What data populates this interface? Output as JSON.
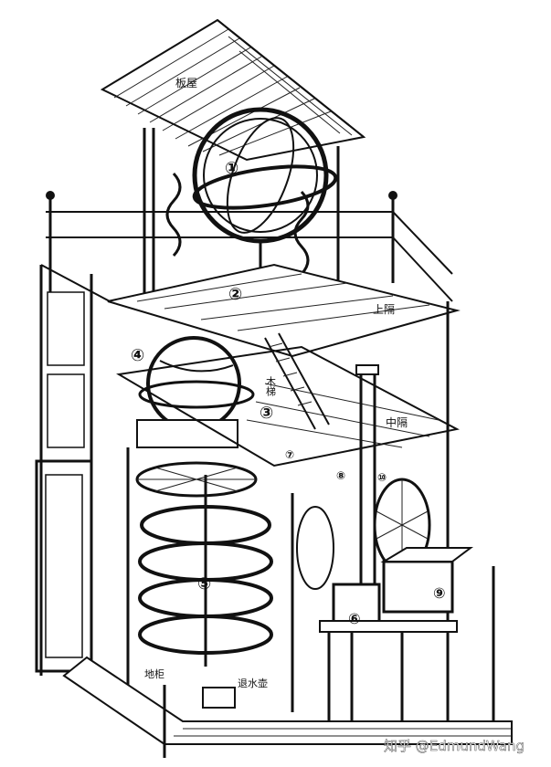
{
  "labels": {
    "roof": "板屋",
    "upper_floor": "上隔",
    "middle_floor": "中隔",
    "stairs": "木梯",
    "sump": "地柜",
    "drain": "退水壶"
  },
  "markers": [
    "①",
    "②",
    "③",
    "④",
    "⑤",
    "⑥",
    "⑦",
    "⑧",
    "⑨",
    "⑩"
  ],
  "watermark": "知乎 @EdmundWang"
}
